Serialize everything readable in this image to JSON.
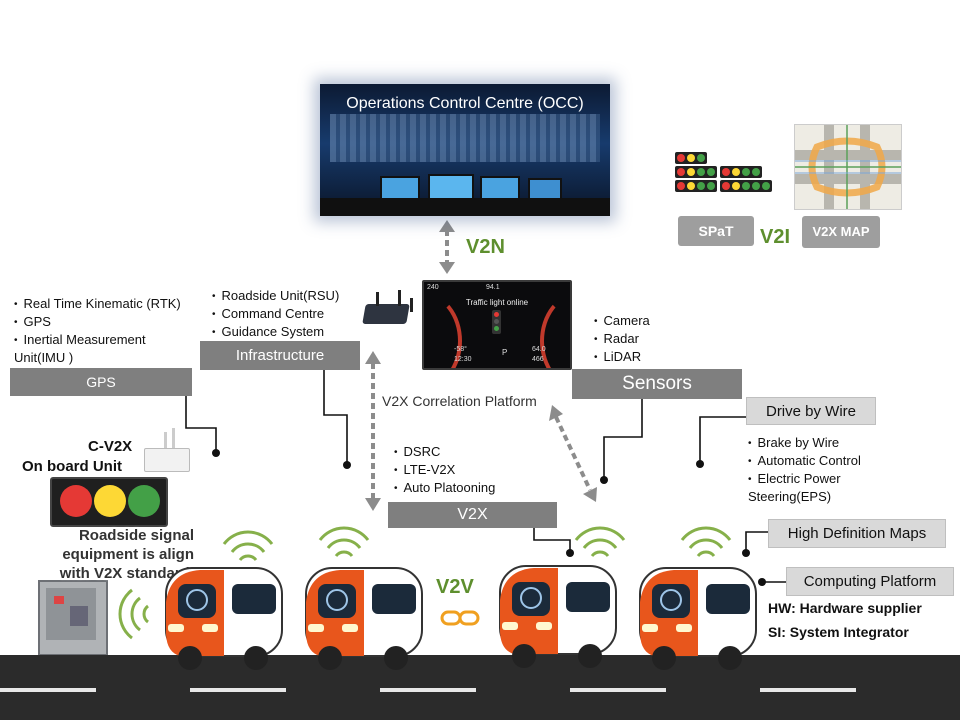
{
  "occ": {
    "title": "Operations Control Centre (OCC)"
  },
  "links": {
    "v2n": "V2N",
    "v2i": "V2I",
    "v2v": "V2V"
  },
  "v2i_items": {
    "spat": "SPaT",
    "map": "V2X MAP"
  },
  "gps": {
    "label": "GPS",
    "items": [
      "Real Time Kinematic (RTK)",
      "GPS",
      "Inertial Measurement Unit(IMU )"
    ]
  },
  "infrastructure": {
    "label": "Infrastructure",
    "items": [
      "Roadside Unit(RSU)",
      "Command Centre",
      "Guidance System"
    ]
  },
  "platform": {
    "label": "V2X Correlation Platform",
    "screen_title": "Traffic light online",
    "screen_top": "94.1",
    "screen_left_top": "240",
    "screen_temp": "-58°",
    "screen_time": "12:30",
    "screen_gear": "P",
    "screen_range1": "64.0",
    "screen_range2": "466"
  },
  "sensors": {
    "label": "Sensors",
    "items": [
      "Camera",
      "Radar",
      "LiDAR"
    ]
  },
  "drive_by_wire": {
    "label": "Drive by Wire",
    "items": [
      "Brake by Wire",
      "Automatic Control",
      "Electric Power Steering(EPS)"
    ]
  },
  "v2x": {
    "label": "V2X",
    "items": [
      "DSRC",
      "LTE-V2X",
      "Auto Platooning"
    ]
  },
  "obu": {
    "title_line1": "C-V2X",
    "title_line2": "On board Unit"
  },
  "roadside_signal": {
    "text": "Roadside signal equipment is align with V2X standard."
  },
  "hd_maps": {
    "label": "High Definition Maps"
  },
  "computing": {
    "label": "Computing Platform",
    "hw": "HW: Hardware supplier",
    "si": "SI: System Integrator"
  },
  "colors": {
    "accent_green": "#5e8f2e",
    "label_gray": "#7f7f7f",
    "vehicle_orange": "#e8561c",
    "road": "#2b2b2b"
  }
}
